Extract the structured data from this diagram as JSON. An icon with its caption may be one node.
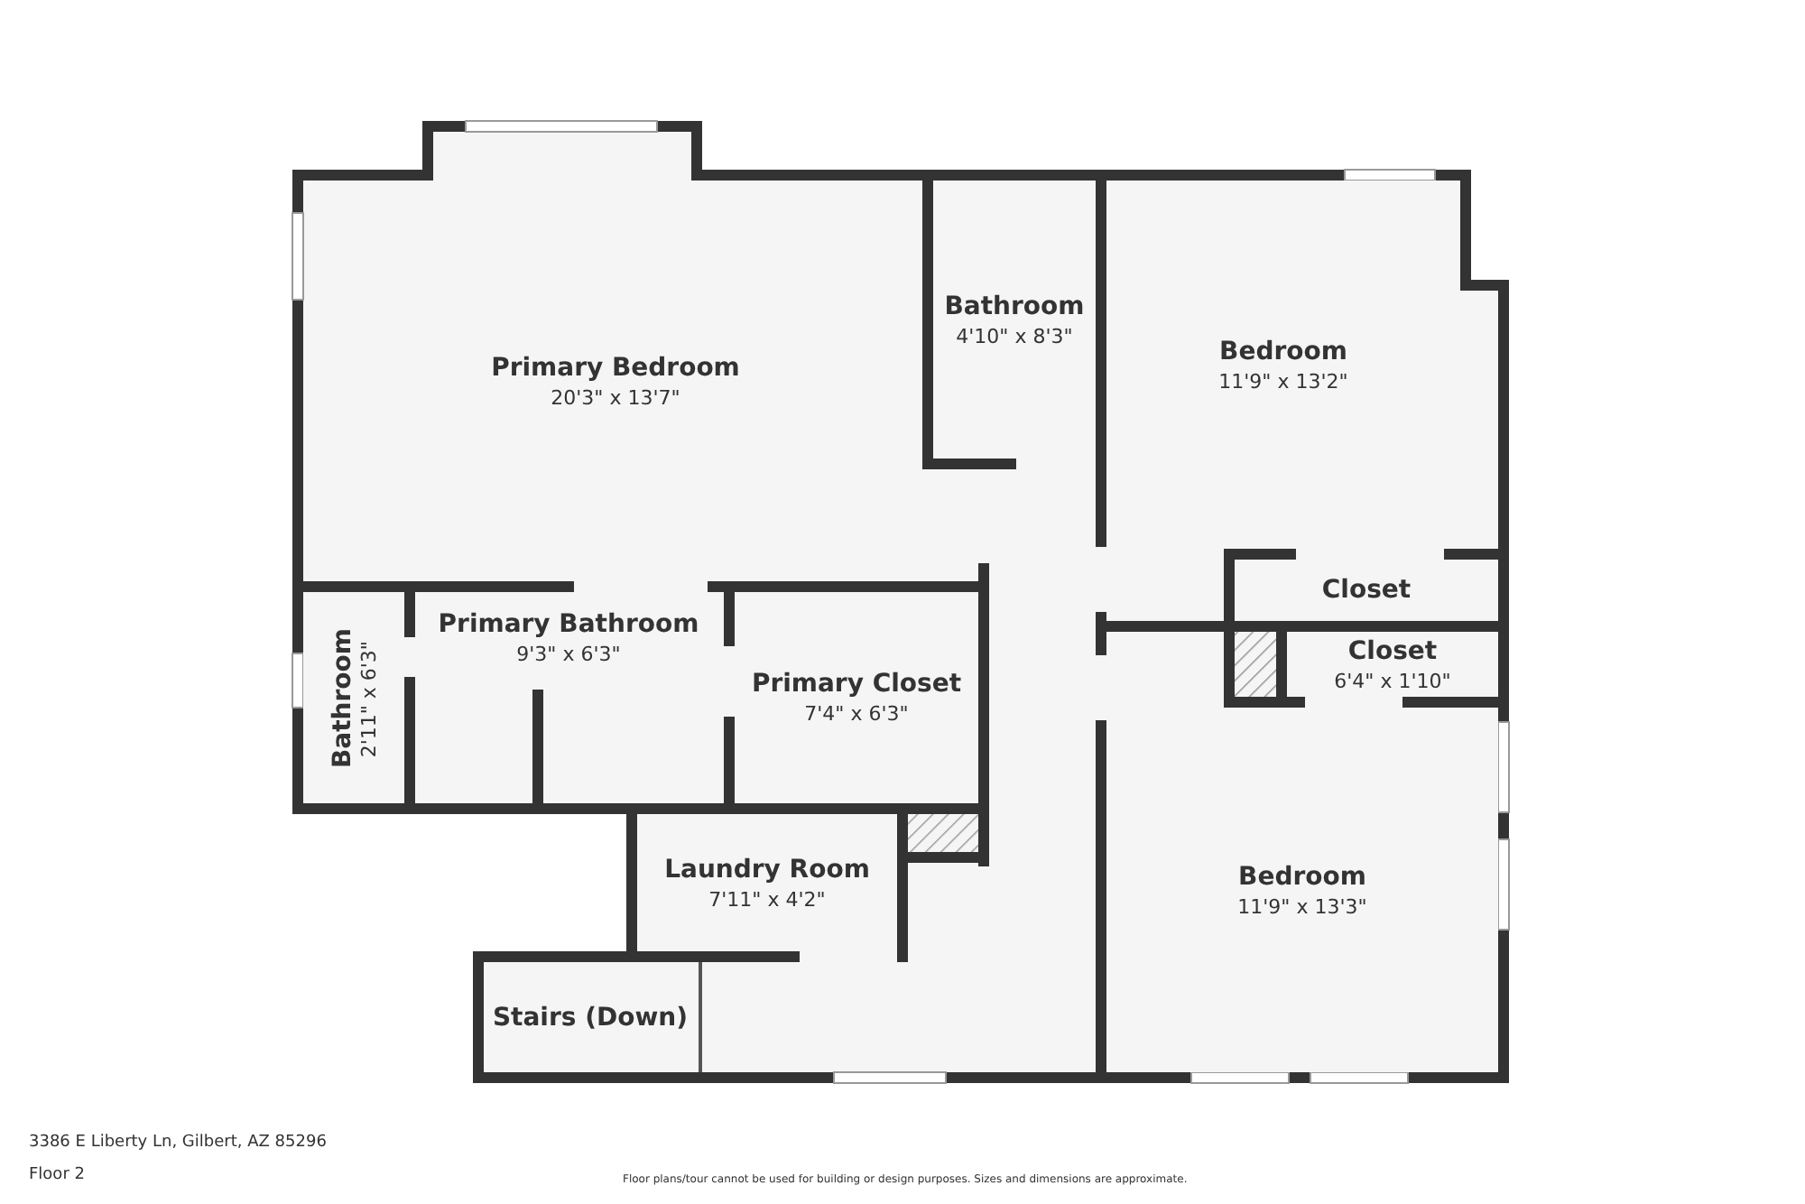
{
  "diagram": {
    "nodes": [
      {
        "text": [
          "Primary Bedroom",
          "20'3\" x 13'7\""
        ]
      },
      {
        "text": [
          "Bathroom",
          "4'10\" x 8'3\""
        ]
      },
      {
        "text": [
          "Bedroom",
          "11'9\" x 13'2\""
        ]
      },
      {
        "text": [
          "Closet"
        ]
      },
      {
        "text": [
          "Bathroom",
          "2'11\" x 6'3\""
        ]
      },
      {
        "text": [
          "Primary Bathroom",
          "9'3\" x 6'3\""
        ]
      },
      {
        "text": [
          "Primary Closet",
          "7'4\" x 6'3\""
        ]
      },
      {
        "text": [
          "Closet",
          "6'4\" x 1'10\""
        ]
      },
      {
        "text": [
          "Laundry Room",
          "7'11\" x 4'2\""
        ]
      },
      {
        "text": [
          "Bedroom",
          "11'9\" x 13'3\""
        ]
      },
      {
        "text": [
          "Stairs (Down)"
        ]
      }
    ],
    "labels": [
      "3386 E Liberty Ln, Gilbert, AZ 85296",
      "Floor 2",
      "Floor plans/tour cannot be used for building or design purposes. Sizes and dimensions are approximate."
    ]
  }
}
